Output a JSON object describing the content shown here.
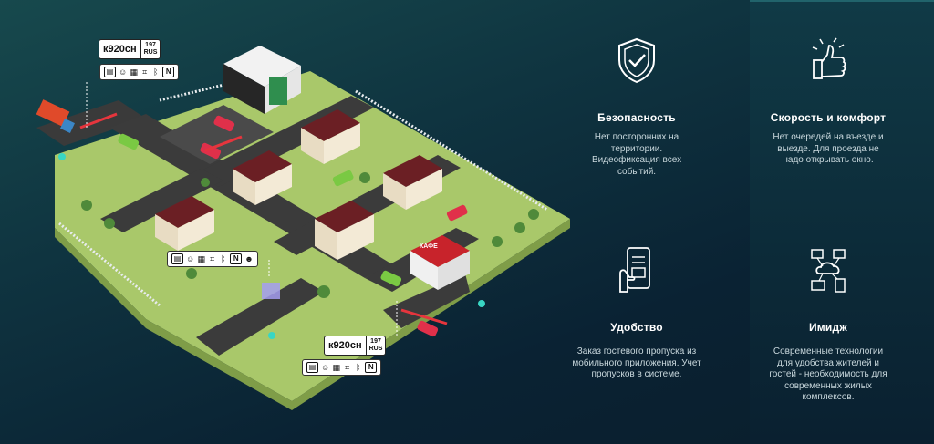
{
  "plates": [
    {
      "number": "к920сн",
      "region_code": "197",
      "region": "RUS"
    },
    {
      "number": "к920сн",
      "region_code": "197",
      "region": "RUS"
    }
  ],
  "shop_sign": "КАФЕ",
  "features": [
    {
      "icon": "shield-check-icon",
      "title": "Безопасность",
      "lines": [
        "Нет посторонних на",
        "территории.",
        "Видеофиксация всех",
        "событий."
      ]
    },
    {
      "icon": "thumbs-up-icon",
      "title": "Скорость и комфорт",
      "lines": [
        "Нет очередей на въезде и",
        "выезде. Для проезда не",
        "надо открывать окно."
      ]
    },
    {
      "icon": "phone-pass-icon",
      "title": "Удобство",
      "lines": [
        "Заказ гостевого пропуска из",
        "мобильного приложения. Учет",
        "пропусков в системе."
      ]
    },
    {
      "icon": "network-devices-icon",
      "title": "Имидж",
      "lines": [
        "Современные технологии",
        "для удобства жителей и",
        "гостей - необходимость для",
        "современных жилых",
        "комплексов."
      ]
    }
  ],
  "colors": {
    "background": "#0f3440",
    "lawn": "#a8c96a",
    "road": "#3b3b3b",
    "accent": "#39d6c4"
  }
}
